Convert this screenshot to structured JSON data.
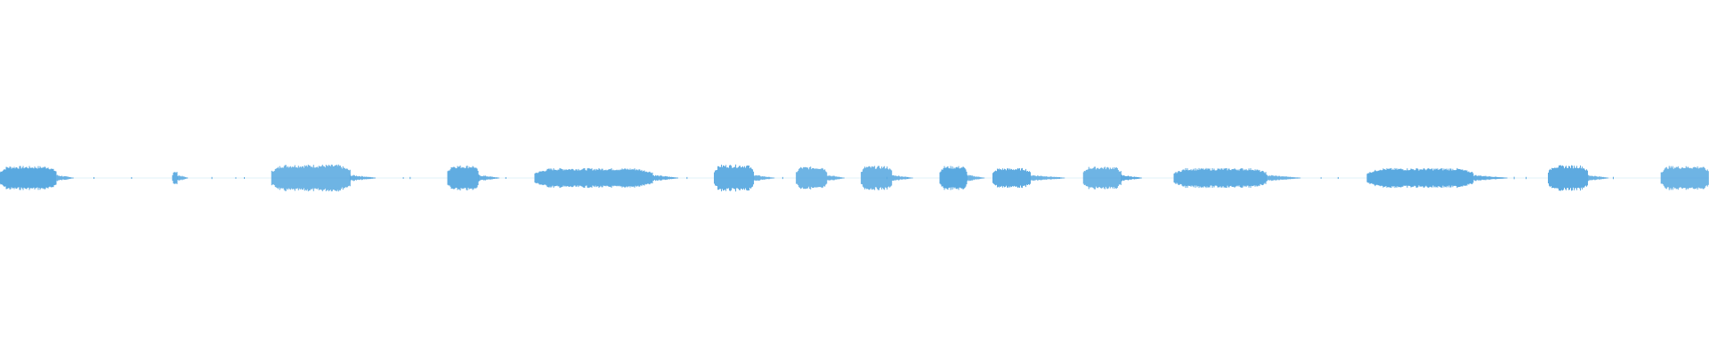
{
  "waveform": {
    "color": "#5aa9e0",
    "background": "#ffffff",
    "segments": [
      {
        "start": 0.0,
        "end": 0.033,
        "peak": 0.85,
        "tail": 0.01
      },
      {
        "start": 0.101,
        "end": 0.104,
        "peak": 0.45,
        "tail": 0.006
      },
      {
        "start": 0.159,
        "end": 0.205,
        "peak": 0.95,
        "tail": 0.015
      },
      {
        "start": 0.262,
        "end": 0.28,
        "peak": 0.9,
        "tail": 0.012
      },
      {
        "start": 0.313,
        "end": 0.382,
        "peak": 0.7,
        "tail": 0.015
      },
      {
        "start": 0.418,
        "end": 0.441,
        "peak": 0.95,
        "tail": 0.012
      },
      {
        "start": 0.466,
        "end": 0.484,
        "peak": 0.8,
        "tail": 0.01
      },
      {
        "start": 0.504,
        "end": 0.522,
        "peak": 0.85,
        "tail": 0.012
      },
      {
        "start": 0.55,
        "end": 0.566,
        "peak": 0.85,
        "tail": 0.01
      },
      {
        "start": 0.581,
        "end": 0.603,
        "peak": 0.7,
        "tail": 0.02
      },
      {
        "start": 0.634,
        "end": 0.656,
        "peak": 0.8,
        "tail": 0.012
      },
      {
        "start": 0.687,
        "end": 0.741,
        "peak": 0.7,
        "tail": 0.02
      },
      {
        "start": 0.8,
        "end": 0.862,
        "peak": 0.7,
        "tail": 0.02
      },
      {
        "start": 0.906,
        "end": 0.929,
        "peak": 0.9,
        "tail": 0.012
      },
      {
        "start": 0.972,
        "end": 1.0,
        "peak": 0.85,
        "tail": 0.0
      }
    ],
    "specks": [
      0.055,
      0.077,
      0.124,
      0.138,
      0.143,
      0.236,
      0.24,
      0.296,
      0.402,
      0.458,
      0.519,
      0.531,
      0.62,
      0.773,
      0.783,
      0.886,
      0.893,
      0.944
    ]
  }
}
